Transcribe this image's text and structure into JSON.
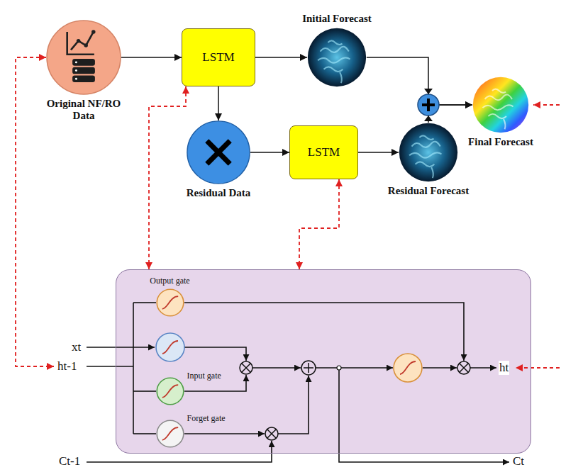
{
  "diagram": {
    "nodes": [
      {
        "text": [
          "Original NF/RO Data"
        ]
      },
      {
        "text": [
          "LSTM"
        ]
      },
      {
        "text": [
          "Initial Forecast"
        ]
      },
      {
        "text": [
          "Residual Data"
        ]
      },
      {
        "text": [
          "LSTM"
        ]
      },
      {
        "text": [
          "Residual Forecast"
        ]
      },
      {
        "text": [
          "Final Forecast"
        ]
      },
      {
        "text": []
      },
      {
        "text": [
          "Output gate"
        ],
        "in": 7
      },
      {
        "text": [
          "Input gate"
        ],
        "in": 7
      },
      {
        "text": [
          "Forget gate"
        ],
        "in": 7
      }
    ],
    "edges": [
      {
        "from": 0,
        "to": 1,
        "arrow": "to"
      },
      {
        "from": 1,
        "to": 2,
        "arrow": "to"
      },
      {
        "from": 1,
        "to": 3,
        "arrow": "to"
      },
      {
        "from": 3,
        "to": 4,
        "arrow": "to"
      },
      {
        "from": 4,
        "to": 5,
        "arrow": "to"
      },
      {
        "from": 2,
        "to": 6,
        "arrow": "to"
      },
      {
        "from": 5,
        "to": 6,
        "arrow": "to"
      },
      {
        "from": 1,
        "to": 7,
        "arrow": "both"
      },
      {
        "from": 4,
        "to": 7,
        "arrow": "both"
      }
    ],
    "labels": [
      "xt",
      "ht-1",
      "Ct-1",
      "ht",
      "Ct"
    ]
  }
}
